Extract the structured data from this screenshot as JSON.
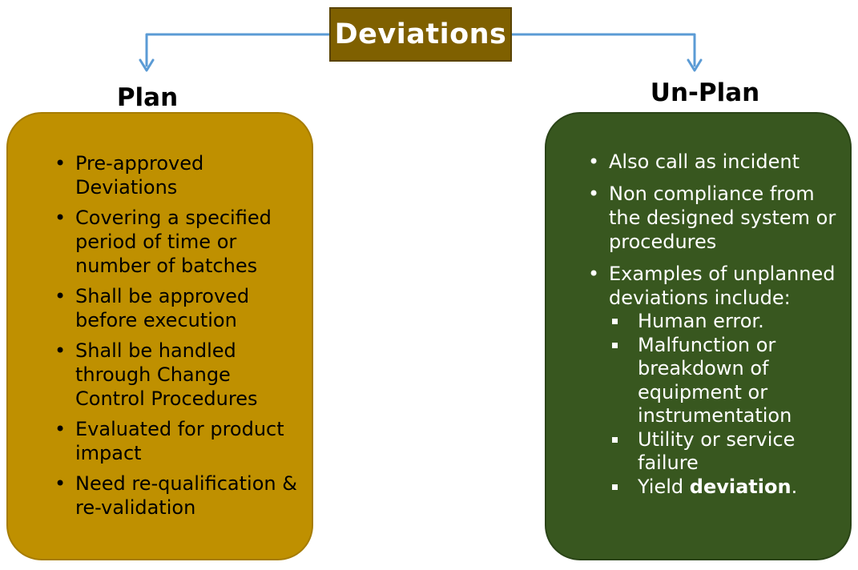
{
  "title": "Deviations",
  "colors": {
    "title_bg": "#7f6000",
    "arrow": "#5b9bd5",
    "plan_bg": "#bf9000",
    "unplan_bg": "#38571f"
  },
  "plan": {
    "heading": "Plan",
    "items": [
      "Pre-approved Deviations",
      "Covering a specified period of time or number of batches",
      "Shall be approved before execution",
      "Shall be handled through Change Control Procedures",
      "Evaluated for product impact",
      "Need re-qualification & re-validation"
    ]
  },
  "unplan": {
    "heading": "Un-Plan",
    "items": [
      "Also call as incident",
      "Non compliance from the designed system or procedures",
      "Examples of unplanned deviations include:"
    ],
    "examples": [
      "Human error.",
      "Malfunction or breakdown of equipment or instrumentation",
      "Utility or service failure"
    ],
    "last_example_prefix": "Yield ",
    "last_example_bold": "deviation",
    "last_example_suffix": "."
  }
}
